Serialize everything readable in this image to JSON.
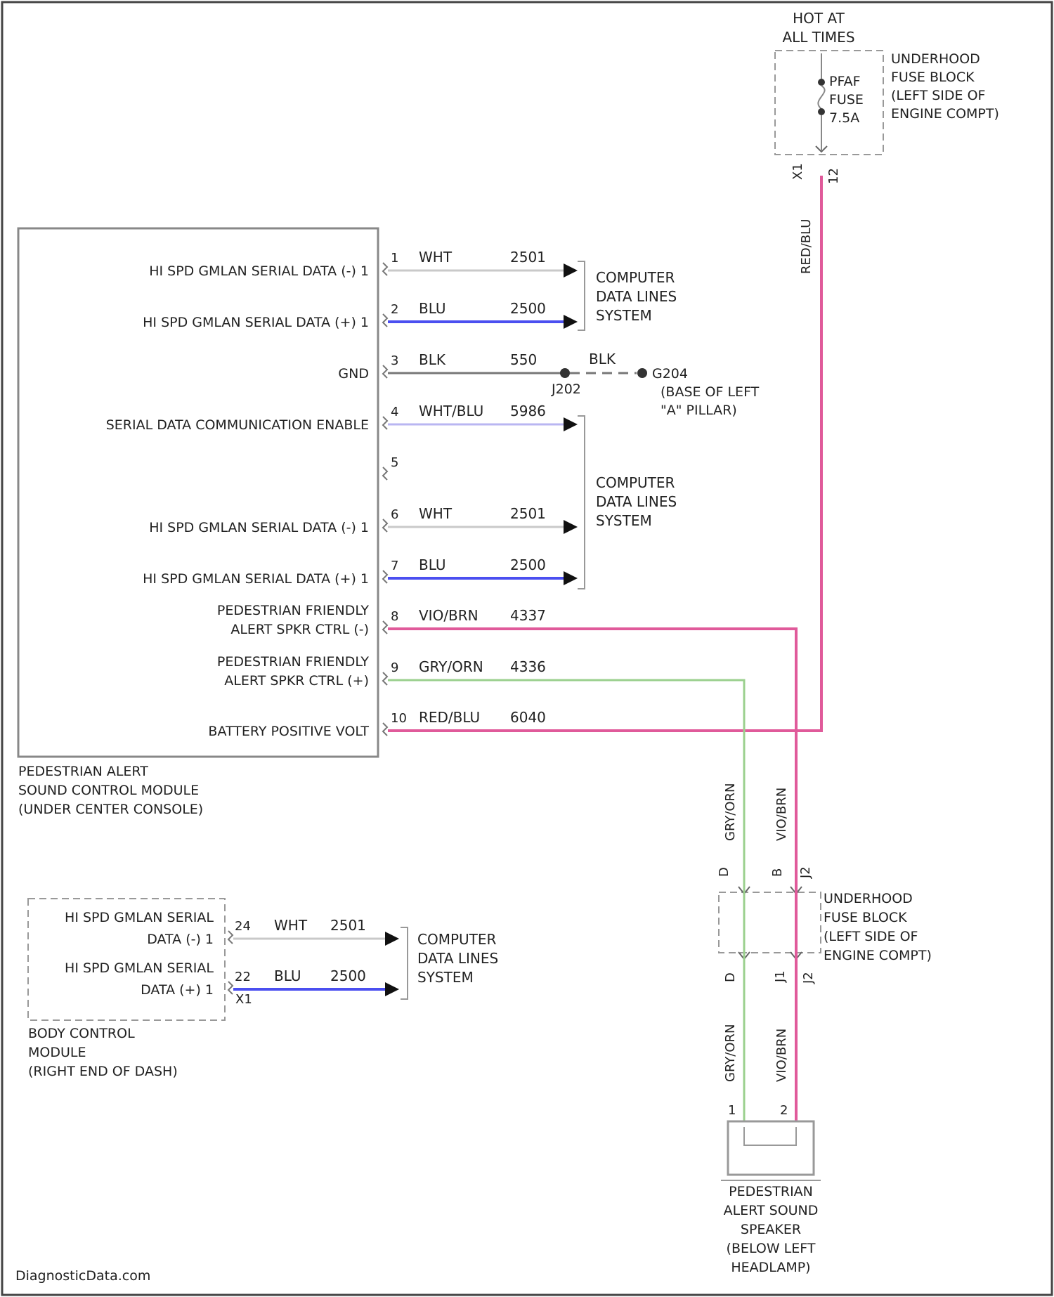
{
  "footer": "DiagnosticData.com",
  "power_source": {
    "hot_label": [
      "HOT AT",
      "ALL TIMES"
    ],
    "fuse": [
      "PFAF",
      "FUSE",
      "7.5A"
    ],
    "block_label": [
      "UNDERHOOD",
      "FUSE BLOCK",
      "(LEFT SIDE OF",
      "ENGINE COMPT)"
    ],
    "pin_left": "X1",
    "pin_right": "12",
    "wire_color": "RED/BLU"
  },
  "pasc_module": {
    "label": [
      "PEDESTRIAN ALERT",
      "SOUND CONTROL MODULE",
      "(UNDER CENTER CONSOLE)"
    ],
    "pins": [
      {
        "num": "1",
        "name": [
          "HI SPD GMLAN SERIAL DATA (-) 1"
        ],
        "color": "WHT",
        "circuit": "2501",
        "wire": "#c9c9c9"
      },
      {
        "num": "2",
        "name": [
          "HI SPD GMLAN SERIAL DATA (+) 1"
        ],
        "color": "BLU",
        "circuit": "2500",
        "wire": "#4b4ff0"
      },
      {
        "num": "3",
        "name": [
          "GND"
        ],
        "color": "BLK",
        "circuit": "550",
        "wire": "#777777"
      },
      {
        "num": "4",
        "name": [
          "SERIAL DATA COMMUNICATION ENABLE"
        ],
        "color": "WHT/BLU",
        "circuit": "5986",
        "wire": "#b9b6f2"
      },
      {
        "num": "5",
        "name": [
          ""
        ],
        "color": "",
        "circuit": "",
        "wire": "none"
      },
      {
        "num": "6",
        "name": [
          "HI SPD GMLAN SERIAL DATA (-) 1"
        ],
        "color": "WHT",
        "circuit": "2501",
        "wire": "#c9c9c9"
      },
      {
        "num": "7",
        "name": [
          "HI SPD GMLAN SERIAL DATA (+) 1"
        ],
        "color": "BLU",
        "circuit": "2500",
        "wire": "#4b4ff0"
      },
      {
        "num": "8",
        "name": [
          "PEDESTRIAN FRIENDLY",
          "ALERT SPKR CTRL (-)"
        ],
        "color": "VIO/BRN",
        "circuit": "4337",
        "wire": "#e05a9a"
      },
      {
        "num": "9",
        "name": [
          "PEDESTRIAN FRIENDLY",
          "ALERT SPKR CTRL (+)"
        ],
        "color": "GRY/ORN",
        "circuit": "4336",
        "wire": "#9bd08e"
      },
      {
        "num": "10",
        "name": [
          "BATTERY POSITIVE VOLT"
        ],
        "color": "RED/BLU",
        "circuit": "6040",
        "wire": "#e05a9a"
      }
    ]
  },
  "data_lines_label": [
    "COMPUTER",
    "DATA LINES",
    "SYSTEM"
  ],
  "ground": {
    "splice": "J202",
    "after_color": "BLK",
    "point": "G204",
    "location": [
      "(BASE OF LEFT",
      "\"A\" PILLAR)"
    ]
  },
  "bcm": {
    "label": [
      "BODY CONTROL",
      "MODULE",
      "(RIGHT END OF DASH)"
    ],
    "pins": [
      {
        "num": "24",
        "name": [
          "HI SPD GMLAN SERIAL",
          "DATA (-) 1"
        ],
        "color": "WHT",
        "circuit": "2501",
        "wire": "#c9c9c9"
      },
      {
        "num": "22",
        "name": [
          "HI SPD GMLAN SERIAL",
          "DATA (+) 1"
        ],
        "color": "BLU",
        "circuit": "2500",
        "wire": "#4b4ff0"
      }
    ],
    "connector": "X1"
  },
  "inline_block": {
    "label": [
      "UNDERHOOD",
      "FUSE BLOCK",
      "(LEFT SIDE OF",
      "ENGINE COMPT)"
    ],
    "top_pins": [
      "D",
      "B",
      "J2"
    ],
    "bottom_pins": [
      "D",
      "J1",
      "J2"
    ],
    "wire_colors": [
      "GRY/ORN",
      "VIO/BRN"
    ]
  },
  "speaker": {
    "label": [
      "PEDESTRIAN",
      "ALERT SOUND",
      "SPEAKER",
      "(BELOW LEFT",
      "HEADLAMP)"
    ],
    "pin_left": "1",
    "pin_right": "2"
  },
  "colors": {
    "wht_wire": "#c9c9c9",
    "blu_wire": "#4b4ff0",
    "pink_wire": "#e05a9a",
    "green_wire": "#9bd08e",
    "blk_wire": "#777777"
  }
}
